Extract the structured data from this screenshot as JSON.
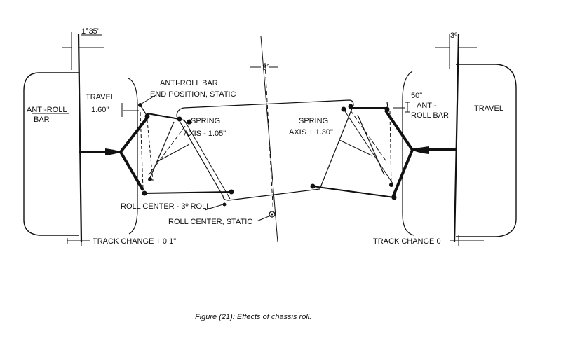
{
  "figure": {
    "caption": "Figure (21): Effects of chassis roll.",
    "labels": {
      "angle_left": "1°35'",
      "angle_right": "3º",
      "angle_center": "3°",
      "anti_roll_bar_left_1": "ANTI-ROLL",
      "anti_roll_bar_left_2": "BAR",
      "travel_left": "TRAVEL",
      "travel_left_value": "1.60\"",
      "anti_roll_end_1": "ANTI-ROLL BAR",
      "anti_roll_end_2": "END POSITION, STATIC",
      "spring_left_1": "SPRING",
      "spring_left_2": "AXIS - 1.05\"",
      "spring_right_1": "SPRING",
      "spring_right_2": "AXIS + 1.30\"",
      "right_value": "50\"",
      "anti_roll_bar_right_1": "ANTI-",
      "anti_roll_bar_right_2": "ROLL BAR",
      "travel_right": "TRAVEL",
      "roll_center_roll": "ROLL CENTER - 3º ROLL",
      "roll_center_static": "ROLL CENTER, STATIC",
      "track_change_left": "TRACK CHANGE + 0.1\"",
      "track_change_right": "TRACK CHANGE 0"
    }
  }
}
